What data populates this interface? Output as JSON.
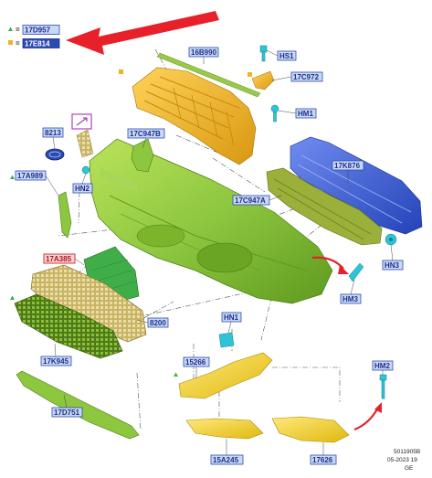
{
  "legend": [
    {
      "marker": "triangle",
      "color": "#37b34a",
      "code": "17D957"
    },
    {
      "marker": "square",
      "color": "#f2b31b",
      "code": "17E814"
    }
  ],
  "callouts": {
    "c16B990": "16B990",
    "cHS1": "HS1",
    "c17C972": "17C972",
    "cHM1": "HM1",
    "c8213": "8213",
    "c17C947B": "17C947B",
    "c17A989": "17A989",
    "cHN2": "HN2",
    "c17K876": "17K876",
    "c17C947A": "17C947A",
    "cHN3": "HN3",
    "c17A385": "17A385",
    "cHM3": "HM3",
    "c8200": "8200",
    "c17K945": "17K945",
    "cHN1": "HN1",
    "c15266": "15266",
    "cHM2": "HM2",
    "c17D751": "17D751",
    "c15A245": "15A245",
    "c17626": "17626"
  },
  "footer": {
    "ref": "5011905B",
    "date": "05-2023 19",
    "region": "GE"
  },
  "colors": {
    "bumper": "#8dc63f",
    "grille_dark": "#6b8e23",
    "bracket_orange": "#f2b31b",
    "reinforcement_blue": "#3d5fd9",
    "absorber_olive": "#9ab03a",
    "fastener_cyan": "#2ec4d6",
    "callout_fill": "#c9d8f5",
    "callout_stroke": "#2a4bb4",
    "callout_red": "#d8232a",
    "arrow_red": "#e8202a"
  },
  "icons": [
    "red-arrow-icon",
    "legend-triangle-icon",
    "legend-square-icon",
    "ford-badge-icon",
    "camera-icon"
  ]
}
